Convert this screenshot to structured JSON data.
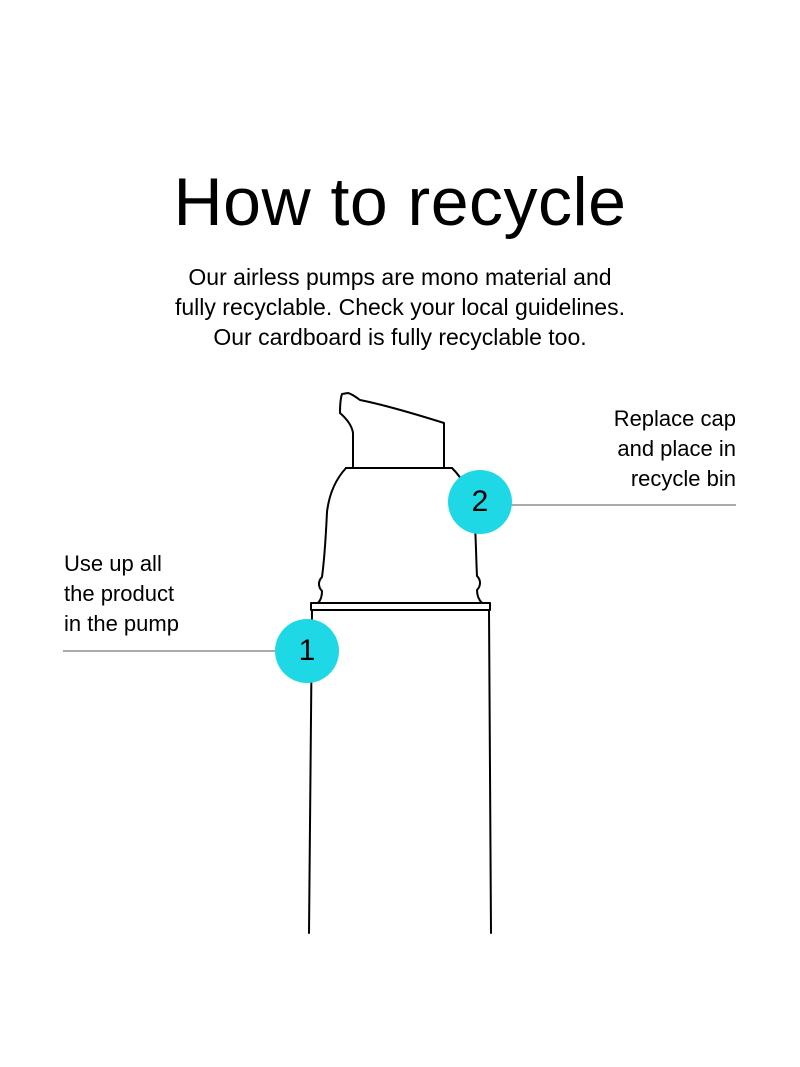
{
  "header": {
    "title": "How to recycle"
  },
  "intro": {
    "lines": [
      "Our airless pumps are mono material and",
      "fully recyclable.  Check your local guidelines.",
      "Our cardboard is fully recyclable too."
    ]
  },
  "steps": [
    {
      "number": "1",
      "label_lines": [
        "Use up all",
        "the product",
        "in the pump"
      ]
    },
    {
      "number": "2",
      "label_lines": [
        "Replace cap",
        "and place in",
        "recycle bin"
      ]
    }
  ],
  "colors": {
    "badge": "#1ed8e6",
    "line": "#000000",
    "leader": "#555555"
  },
  "icons": {
    "bottle": "airless-pump-bottle-icon"
  }
}
